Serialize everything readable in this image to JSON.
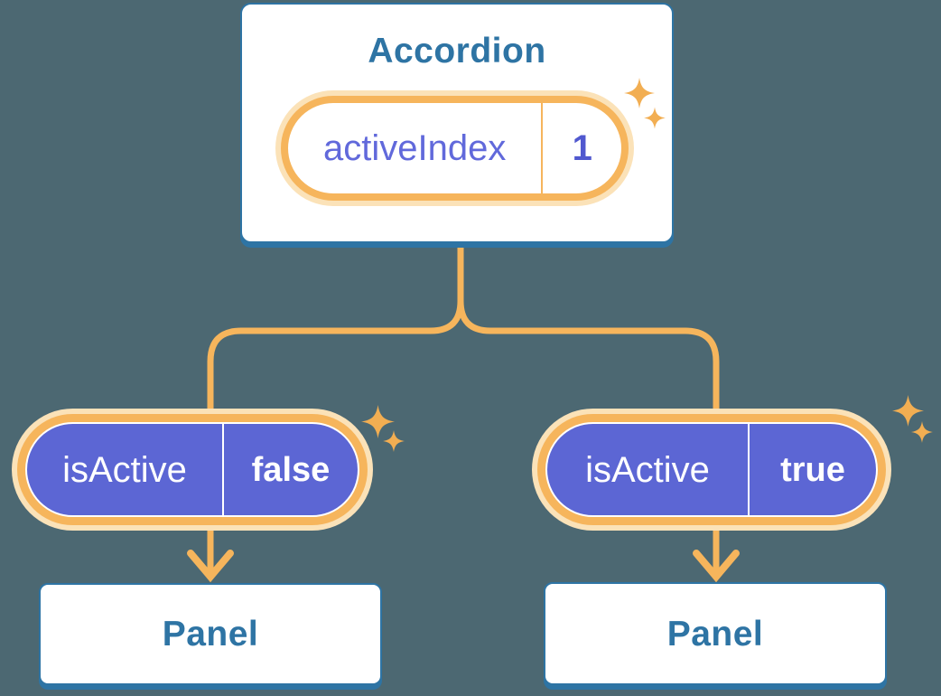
{
  "diagram": {
    "accordion": {
      "title": "Accordion",
      "state": {
        "label": "activeIndex",
        "value": "1"
      }
    },
    "branches": [
      {
        "prop": {
          "label": "isActive",
          "value": "false"
        },
        "panel": {
          "title": "Panel"
        }
      },
      {
        "prop": {
          "label": "isActive",
          "value": "true"
        },
        "panel": {
          "title": "Panel"
        }
      }
    ]
  },
  "icons": {
    "decoration": "sparkle-icon",
    "arrowhead": "arrow-down-icon"
  },
  "colors": {
    "bg": "#4C6872",
    "blue": "#2E74A4",
    "purple": "#5C66D4",
    "purple-text": "#6169DB",
    "purple-value": "#5058CF",
    "orange": "#F6B55C",
    "orange-pale": "#FBE2B8",
    "sparkle": "#F2AE52",
    "white": "#FFFFFF"
  }
}
